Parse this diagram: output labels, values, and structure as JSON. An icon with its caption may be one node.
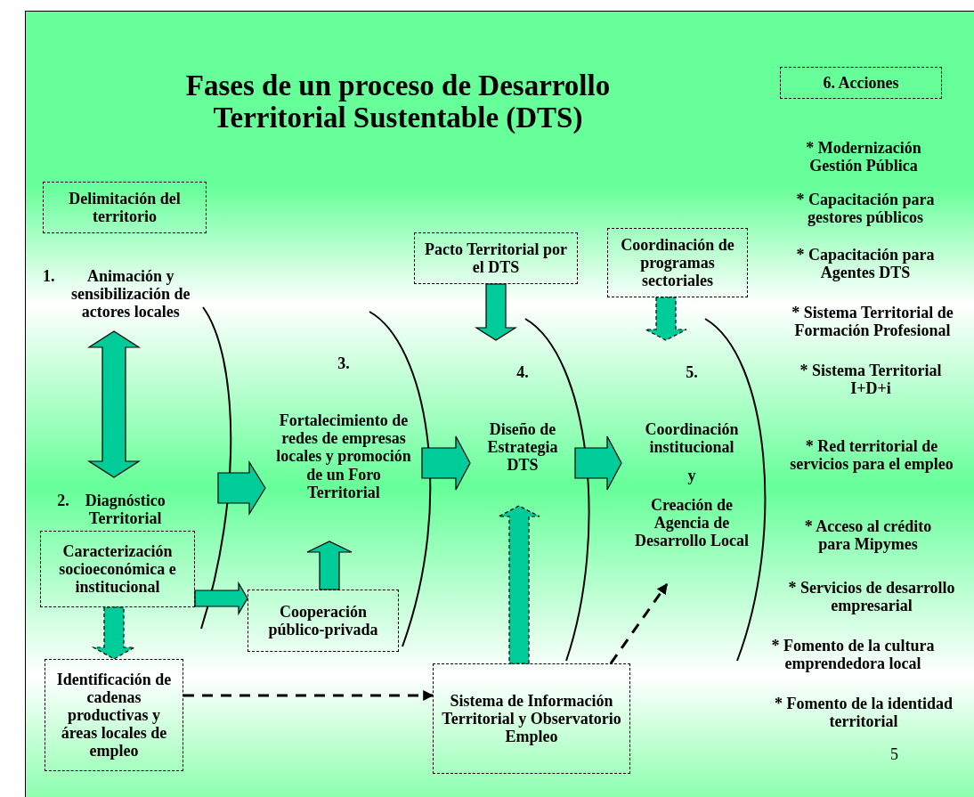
{
  "diagram": {
    "title": "Fases de un proceso de Desarrollo Territorial Sustentable (DTS)",
    "nodes": [
      {
        "text": [
          "Delimitación del territorio"
        ]
      },
      {
        "text": [
          "1.",
          "Animación y sensibilización de actores locales"
        ]
      },
      {
        "text": [
          "2.",
          "Diagnóstico Territorial"
        ]
      },
      {
        "text": [
          "Caracterización socioeconómica e institucional"
        ]
      },
      {
        "text": [
          "Identificación de cadenas productivas y áreas locales de empleo"
        ]
      },
      {
        "text": [
          "3.",
          "Fortalecimiento de redes de empresas locales y promoción de un Foro Territorial"
        ]
      },
      {
        "text": [
          "Cooperación público-privada"
        ]
      },
      {
        "text": [
          "Pacto Territorial por el DTS"
        ]
      },
      {
        "text": [
          "Coordinación de programas sectoriales"
        ]
      },
      {
        "text": [
          "4.",
          "Diseño de Estrategia DTS"
        ]
      },
      {
        "text": [
          "5.",
          "Coordinación institucional",
          "y",
          "Creación de Agencia de Desarrollo Local"
        ]
      },
      {
        "text": [
          "Sistema de Información Territorial y Observatorio Empleo"
        ]
      },
      {
        "text": [
          "6. Acciones"
        ]
      }
    ],
    "edges": [
      {
        "from": 1,
        "to": 2,
        "arrow": "both"
      },
      {
        "from": 3,
        "to": 4,
        "arrow": "to",
        "style": "dashed"
      },
      {
        "from": 2,
        "to": 5,
        "arrow": "to"
      },
      {
        "from": 3,
        "to": 6,
        "arrow": "to"
      },
      {
        "from": 6,
        "to": 5,
        "arrow": "to"
      },
      {
        "from": 5,
        "to": 9,
        "arrow": "to"
      },
      {
        "from": 7,
        "to": 9,
        "arrow": "to"
      },
      {
        "from": 9,
        "to": 10,
        "arrow": "to"
      },
      {
        "from": 8,
        "to": 10,
        "arrow": "to",
        "style": "dashed"
      },
      {
        "from": 11,
        "to": 9,
        "arrow": "to",
        "style": "dashed"
      },
      {
        "from": 4,
        "to": 11,
        "arrow": "to",
        "style": "dashed"
      },
      {
        "from": 11,
        "to": 10,
        "arrow": "to",
        "style": "dashed"
      }
    ],
    "labels": [
      "* Modernización Gestión Pública",
      "* Capacitación para gestores públicos",
      "* Capacitación para Agentes DTS",
      "* Sistema Territorial de Formación Profesional",
      "* Sistema Territorial I+D+i",
      "* Red territorial de servicios para el empleo",
      "* Acceso al crédito para Mipymes",
      "* Servicios de desarrollo empresarial",
      "* Fomento de la cultura emprendedora local",
      "* Fomento de la identidad territorial",
      "5"
    ]
  }
}
